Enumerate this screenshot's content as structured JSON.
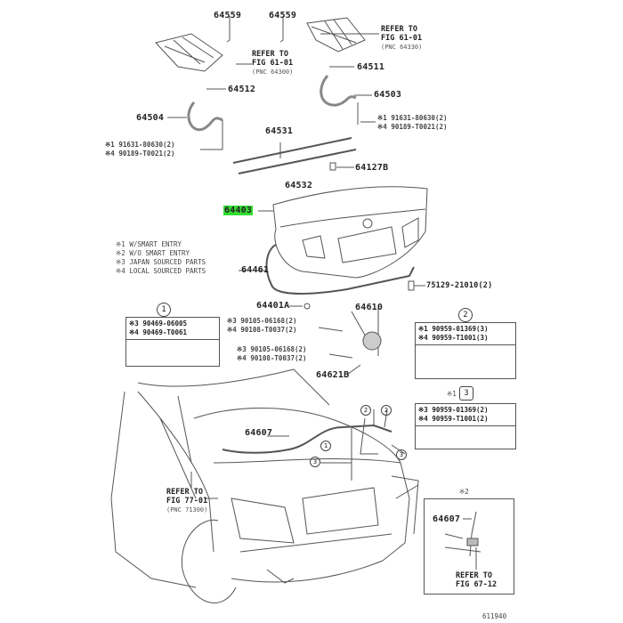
{
  "diagram": {
    "labels": {
      "p64559a": "64559",
      "p64559b": "64559",
      "p64511": "64511",
      "p64512": "64512",
      "p64503": "64503",
      "p64504": "64504",
      "p64531": "64531",
      "p64127b": "64127B",
      "p64532": "64532",
      "p64403": "64403",
      "p64461": "64461",
      "p75129": "75129-21010(2)",
      "p64401a": "64401A",
      "p64610": "64610",
      "p64621b": "64621B",
      "p64607a": "64607",
      "p64607b": "64607",
      "drawing_code": "611940"
    },
    "highlighted_part": "64403",
    "highlight_color": "#33dd33",
    "refs": [
      {
        "line1": "REFER TO",
        "line2": "FIG 61-01",
        "pnc": "(PNC 64300)"
      },
      {
        "line1": "REFER TO",
        "line2": "FIG 61-01",
        "pnc": "(PNC 64330)"
      },
      {
        "line1": "REFER TO",
        "line2": "FIG 77-01",
        "pnc": "(PNC 71300)"
      },
      {
        "line1": "REFER TO",
        "line2": "FIG 67-12"
      }
    ],
    "fasteners": {
      "left_hinge": [
        "※1 91631-80630(2)",
        "※4 90189-T0021(2)"
      ],
      "right_hinge": [
        "※1 91631-80630(2)",
        "※4 90189-T0021(2)"
      ],
      "lock_a": [
        "※3 90105-06168(2)",
        "※4 90108-T0037(2)"
      ],
      "lock_b": [
        "※3 90105-06168(2)",
        "※4 90108-T0037(2)"
      ]
    },
    "notes": [
      "※1 W/SMART ENTRY",
      "※2 W/O SMART ENTRY",
      "※3 JAPAN SOURCED PARTS",
      "※4 LOCAL SOURCED PARTS"
    ],
    "callout_boxes": [
      {
        "marker": "1",
        "prefix": "",
        "rows": [
          "※3 90469-06005",
          "※4 90469-T0061"
        ]
      },
      {
        "marker": "2",
        "prefix": "",
        "rows": [
          "※1 90959-01369(3)",
          "※4 90959-T1001(3)"
        ]
      },
      {
        "marker": "3",
        "prefix": "※1",
        "rows": [
          "※3 90959-01369(2)",
          "※4 90959-T1001(2)"
        ]
      }
    ],
    "inset_marker": "※2"
  }
}
